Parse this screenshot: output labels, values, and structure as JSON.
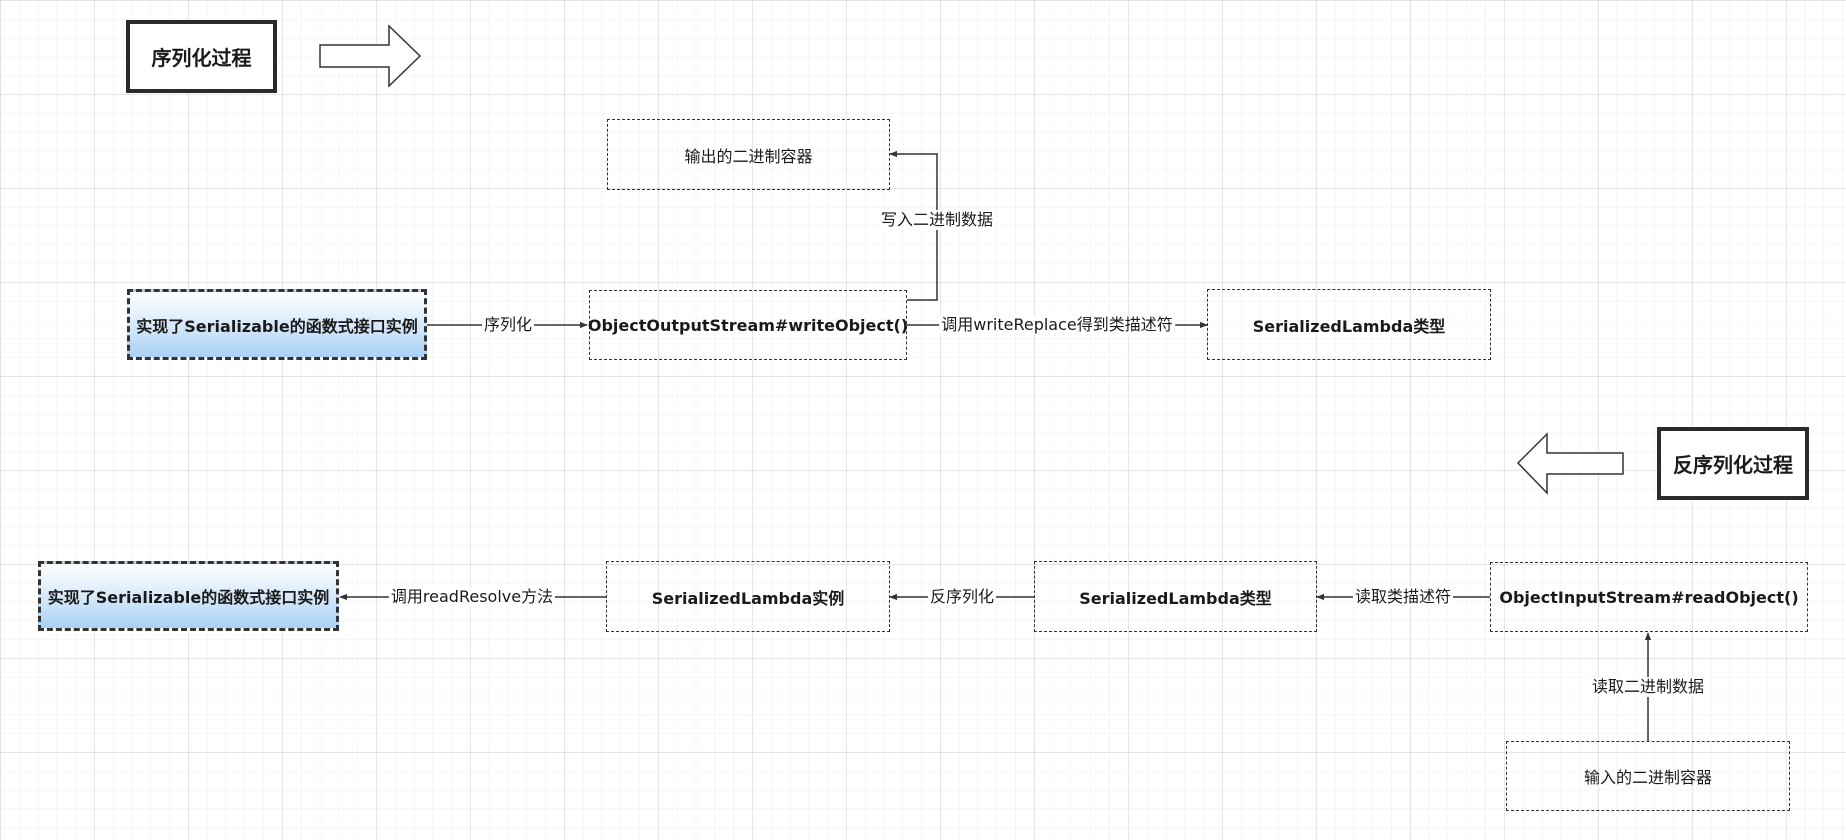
{
  "titles": {
    "serialize": "序列化过程",
    "deserialize": "反序列化过程"
  },
  "nodes": {
    "serializable_instance_top": "实现了Serializable的函数式接口实例",
    "object_output_stream": "ObjectOutputStream#writeObject()",
    "output_container": "输出的二进制容器",
    "serialized_lambda_type_top": "SerializedLambda类型",
    "object_input_stream": "ObjectInputStream#readObject()",
    "input_container": "输入的二进制容器",
    "serialized_lambda_type_bottom": "SerializedLambda类型",
    "serialized_lambda_instance": "SerializedLambda实例",
    "serializable_instance_bottom": "实现了Serializable的函数式接口实例"
  },
  "edges": {
    "serialize": "序列化",
    "write_binary": "写入二进制数据",
    "call_write_replace": "调用writeReplace得到类描述符",
    "read_binary": "读取二进制数据",
    "read_descriptor": "读取类描述符",
    "deserialize": "反序列化",
    "call_read_resolve": "调用readResolve方法"
  },
  "colors": {
    "stroke": "#333333",
    "highlight_top": "#ffffff",
    "highlight_bottom": "#a9d1f5"
  }
}
